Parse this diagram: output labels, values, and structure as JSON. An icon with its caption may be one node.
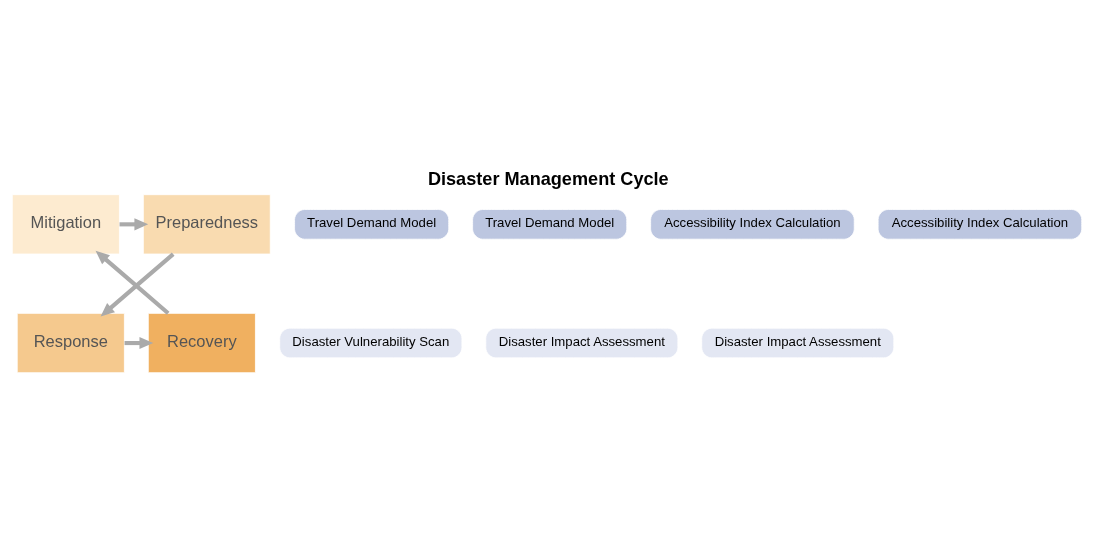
{
  "diagram": {
    "title": "Disaster Management Cycle",
    "nodes": [
      {
        "text": [
          "Mitigation"
        ]
      },
      {
        "text": [
          "Preparedness"
        ]
      },
      {
        "text": [
          "Response"
        ]
      },
      {
        "text": [
          "Recovery"
        ]
      },
      {
        "text": [
          "Travel Demand Model"
        ]
      },
      {
        "text": [
          "Travel Demand Model"
        ]
      },
      {
        "text": [
          "Accessibility Index Calculation"
        ]
      },
      {
        "text": [
          "Accessibility Index Calculation"
        ]
      },
      {
        "text": [
          "Disaster Vulnerability Scan"
        ]
      },
      {
        "text": [
          "Disaster Impact Assessment"
        ]
      },
      {
        "text": [
          "Disaster Impact Assessment"
        ]
      }
    ],
    "edges": [
      {
        "from": 0,
        "to": 1,
        "arrow": "to"
      },
      {
        "from": 1,
        "to": 2,
        "arrow": "to"
      },
      {
        "from": 2,
        "to": 3,
        "arrow": "to"
      },
      {
        "from": 3,
        "to": 0,
        "arrow": "to"
      }
    ]
  }
}
